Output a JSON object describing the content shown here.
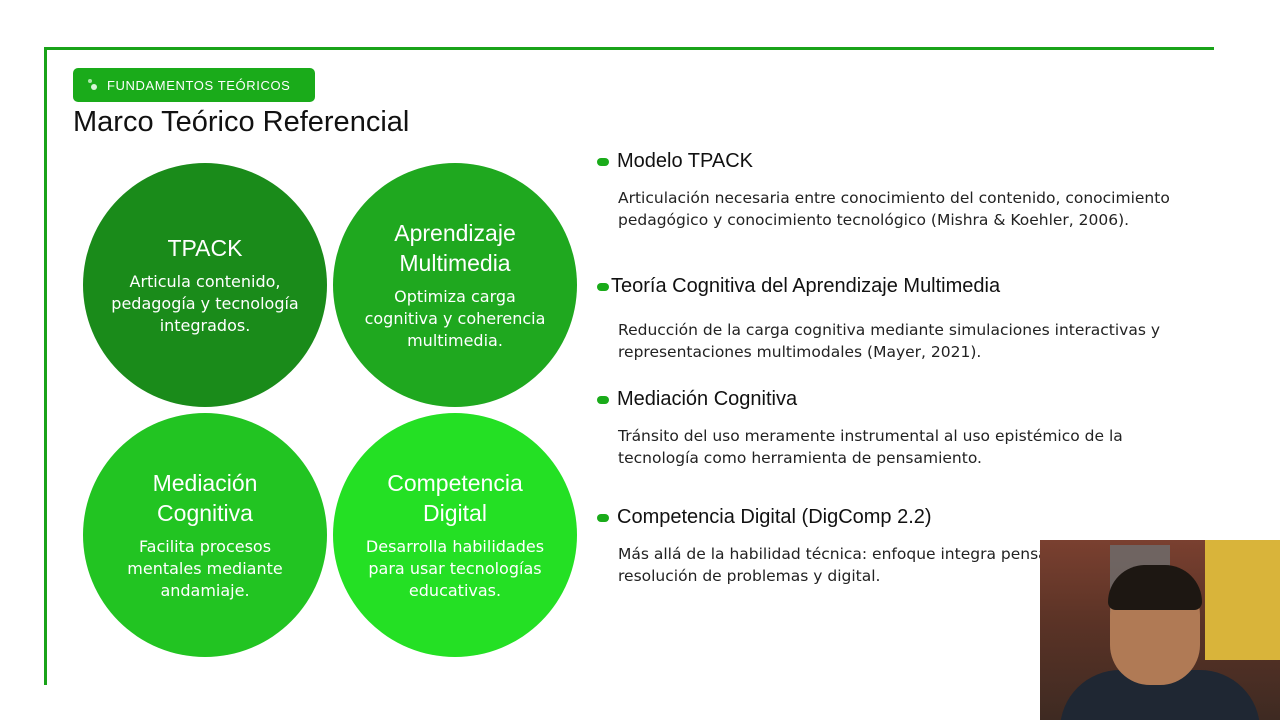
{
  "badge": {
    "label": "FUNDAMENTOS TEÓRICOS"
  },
  "title": "Marco Teórico Referencial",
  "circles": [
    {
      "title": "TPACK",
      "desc": "Articula contenido, pedagogía y tecnología integrados."
    },
    {
      "title": "Aprendizaje Multimedia",
      "desc": "Optimiza carga cognitiva y coherencia multimedia."
    },
    {
      "title": "Mediación Cognitiva",
      "desc": "Facilita procesos mentales mediante andamiaje."
    },
    {
      "title": "Competencia Digital",
      "desc": "Desarrolla habilidades para usar tecnologías educativas."
    }
  ],
  "items": [
    {
      "title": "Modelo TPACK",
      "desc": "Articulación necesaria entre conocimiento del contenido, conocimiento pedagógico y conocimiento tecnológico (Mishra & Koehler, 2006)."
    },
    {
      "title": "Teoría Cognitiva del Aprendizaje Multimedia",
      "desc": "Reducción de la carga cognitiva mediante simulaciones interactivas y representaciones multimodales (Mayer, 2021)."
    },
    {
      "title": "Mediación Cognitiva",
      "desc": "Tránsito del uso meramente instrumental al uso epistémico de la tecnología como herramienta de pensamiento."
    },
    {
      "title": "Competencia Digital (DigComp 2.2)",
      "desc": "Más allá de la habilidad técnica: enfoque integra pensamiento crítico, resolución de problemas y digital."
    }
  ],
  "colors": {
    "accent": "#1aab1a",
    "circle_1": "#1a8b1a",
    "circle_2": "#1fa81f",
    "circle_3": "#22c422",
    "circle_4": "#24e024"
  }
}
